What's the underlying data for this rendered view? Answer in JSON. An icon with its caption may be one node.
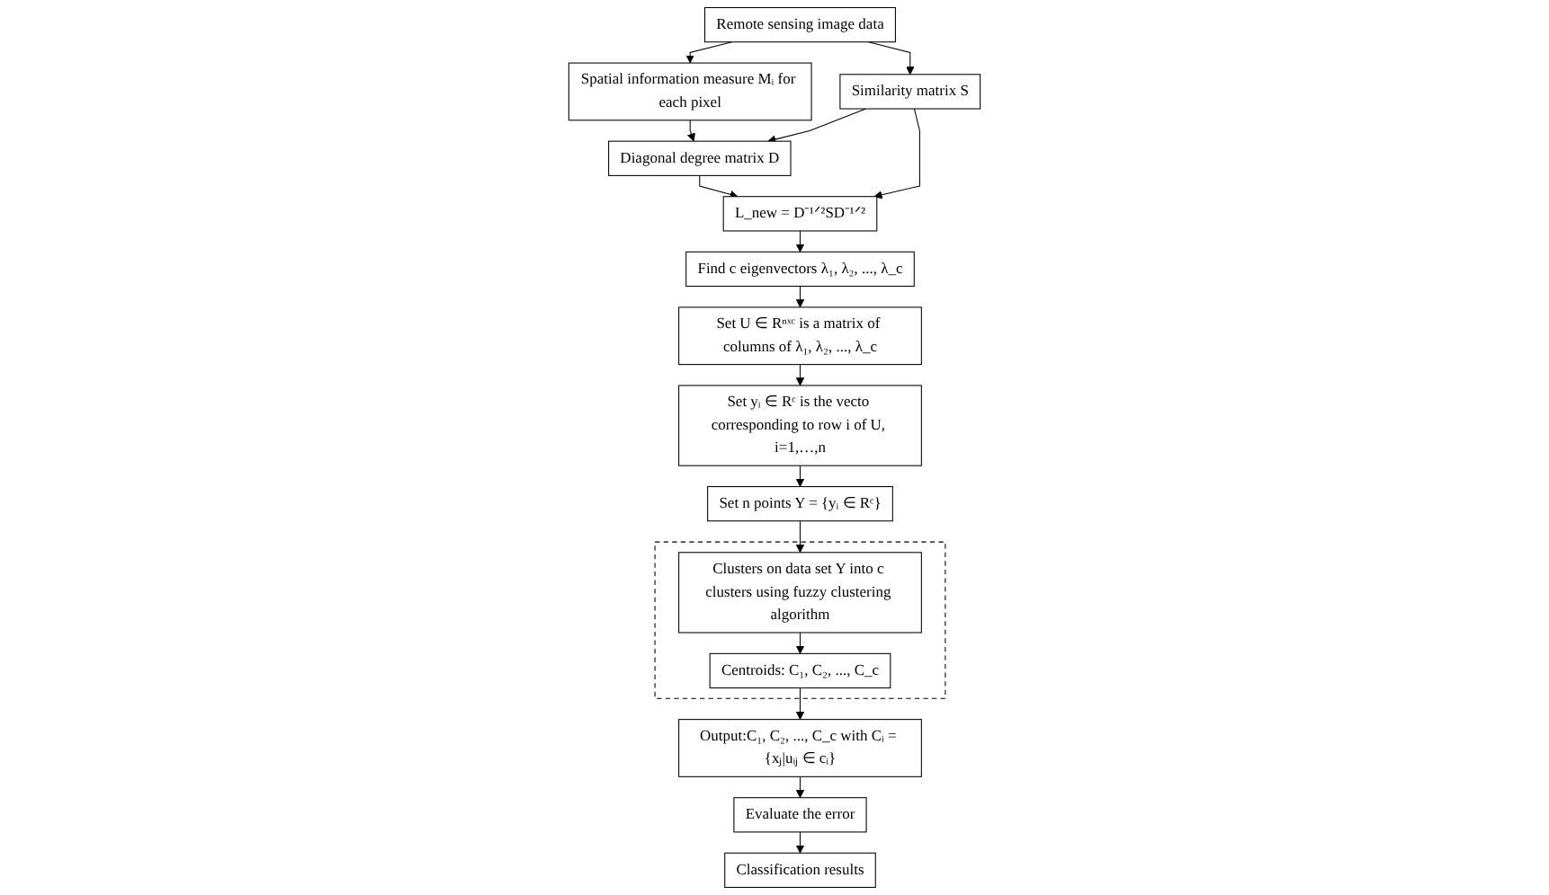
{
  "diagram": {
    "nodes": [
      {
        "text": [
          "Remote sensing image data"
        ]
      },
      {
        "text": [
          "Spatial information measure Mᵢ for each pixel"
        ]
      },
      {
        "text": [
          "Similarity matrix S"
        ]
      },
      {
        "text": [
          "Diagonal degree matrix D"
        ]
      },
      {
        "text": [
          "L_new = D⁻¹ᐟ²SD⁻¹ᐟ²"
        ]
      },
      {
        "text": [
          "Find c eigenvectors λ₁, λ₂, ..., λ_c"
        ]
      },
      {
        "text": [
          "Set U ∈ Rⁿˣᶜ is a matrix of columns of λ₁, λ₂, ..., λ_c"
        ]
      },
      {
        "text": [
          "Set yᵢ ∈ Rᶜ is the vecto corresponding to row i of U, i=1,…,n"
        ]
      },
      {
        "text": [
          "Set n points Y = {yᵢ ∈ Rᶜ}"
        ]
      },
      {
        "text": [],
        "shape": "box"
      },
      {
        "text": [
          "Clusters on data set Y into c clusters using fuzzy clustering algorithm"
        ],
        "in": 9
      },
      {
        "text": [
          "Centroids: C₁, C₂, ..., C_c"
        ],
        "in": 9
      },
      {
        "text": [
          "Output:C₁, C₂, ..., C_c with Cᵢ = {xⱼ|uᵢⱼ ∈ cᵢ}"
        ]
      },
      {
        "text": [
          "Evaluate the error"
        ]
      },
      {
        "text": [
          "Classification results"
        ]
      }
    ],
    "edges": [
      {
        "from": 0,
        "to": 1,
        "arrow": "to"
      },
      {
        "from": 0,
        "to": 2,
        "arrow": "to"
      },
      {
        "from": 1,
        "to": 3,
        "arrow": "to"
      },
      {
        "from": 2,
        "to": 3,
        "arrow": "to"
      },
      {
        "from": 2,
        "to": 4,
        "arrow": "to"
      },
      {
        "from": 3,
        "to": 4,
        "arrow": "to"
      },
      {
        "from": 4,
        "to": 5,
        "arrow": "to"
      },
      {
        "from": 5,
        "to": 6,
        "arrow": "to"
      },
      {
        "from": 6,
        "to": 7,
        "arrow": "to"
      },
      {
        "from": 7,
        "to": 8,
        "arrow": "to"
      },
      {
        "from": 8,
        "to": 10,
        "arrow": "to"
      },
      {
        "from": 10,
        "to": 11,
        "arrow": "to"
      },
      {
        "from": 11,
        "to": 12,
        "arrow": "to"
      },
      {
        "from": 12,
        "to": 13,
        "arrow": "to"
      },
      {
        "from": 13,
        "to": 14,
        "arrow": "to"
      }
    ]
  }
}
